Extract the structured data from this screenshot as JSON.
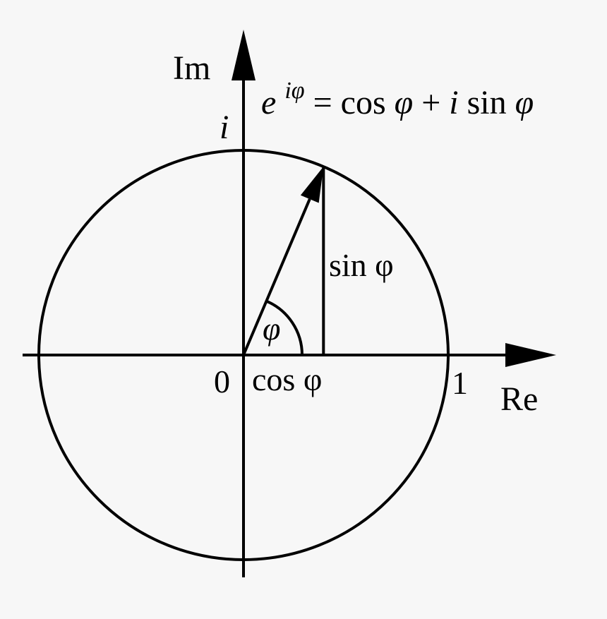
{
  "colors": {
    "background": "#f7f7f7",
    "ink": "#000000"
  },
  "diagram": {
    "angle_deg": 67,
    "axes": {
      "real_axis_label": "Re",
      "imaginary_axis_label": "Im"
    },
    "ticks": {
      "origin": "0",
      "one": "1",
      "i": "i"
    },
    "labels": {
      "angle": "φ",
      "cosine_leg": "cos φ",
      "sine_leg": "sin φ"
    },
    "formula": {
      "base": "e",
      "exponent": "iφ",
      "equals": "=",
      "cos_part": "cos ",
      "phi1": "φ",
      "plus": " + ",
      "i": "i",
      "sin_part": " sin ",
      "phi2": "φ"
    }
  }
}
